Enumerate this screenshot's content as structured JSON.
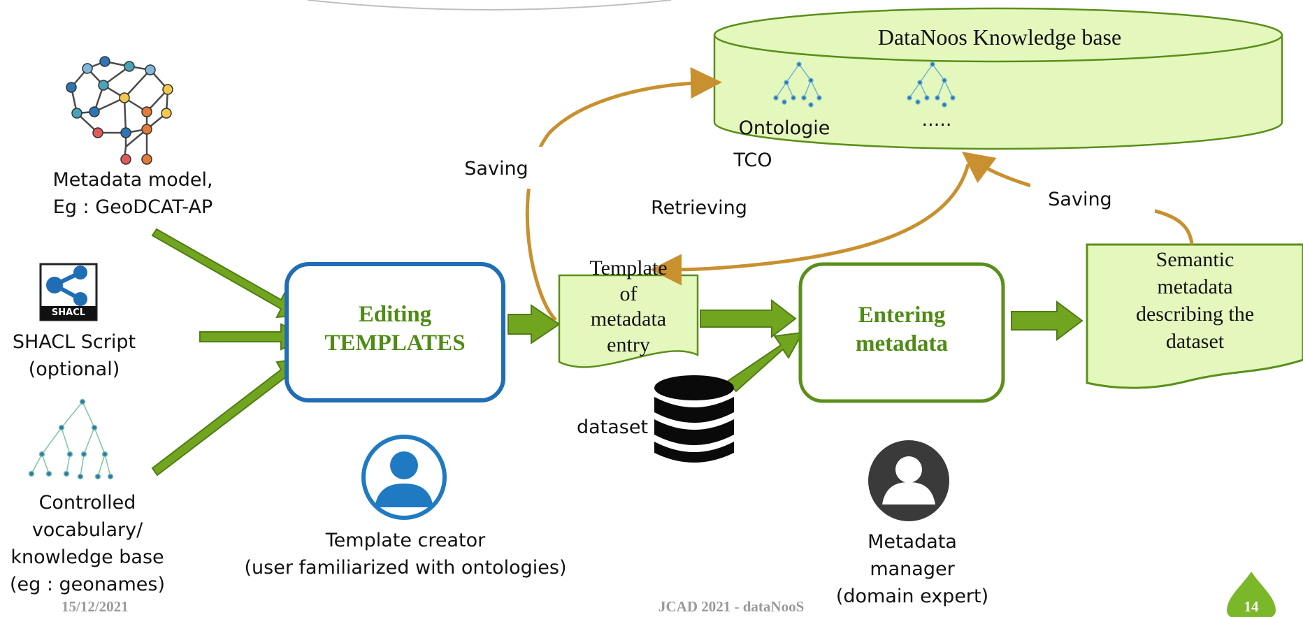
{
  "knowledge_base": {
    "title": "DataNoos Knowledge base",
    "item1_label": "Ontologie",
    "item1_sub": "TCO",
    "item2_label": "....."
  },
  "inputs": {
    "metadata_model": [
      "Metadata model,",
      "Eg : GeoDCAT-AP"
    ],
    "shacl_badge": "SHACL",
    "shacl": [
      "SHACL Script",
      "(optional)"
    ],
    "vocabulary": [
      "Controlled",
      "vocabulary/",
      "knowledge base",
      "(eg : geonames)"
    ]
  },
  "processes": {
    "editing": [
      "Editing",
      "TEMPLATES"
    ],
    "entering": [
      "Entering",
      "metadata"
    ]
  },
  "documents": {
    "template": [
      "Template",
      "of",
      "metadata",
      "entry"
    ],
    "semantic": [
      "Semantic",
      "metadata",
      "describing the",
      "dataset"
    ]
  },
  "flows": {
    "saving_left": "Saving",
    "retrieving": "Retrieving",
    "saving_right": "Saving"
  },
  "dataset_label": "dataset",
  "actors": {
    "template_creator": [
      "Template creator",
      "(user familiarized with ontologies)"
    ],
    "metadata_manager": [
      "Metadata",
      "manager",
      "(domain expert)"
    ]
  },
  "footer": {
    "date": "15/12/2021",
    "conference": "JCAD 2021 - dataNooS",
    "page": "14"
  },
  "colors": {
    "green_fill": "#e4f8bd",
    "green_stroke": "#5a8f1a",
    "arrow_green": "#72a51f",
    "orange": "#c8902e",
    "blue": "#1f6db5"
  }
}
